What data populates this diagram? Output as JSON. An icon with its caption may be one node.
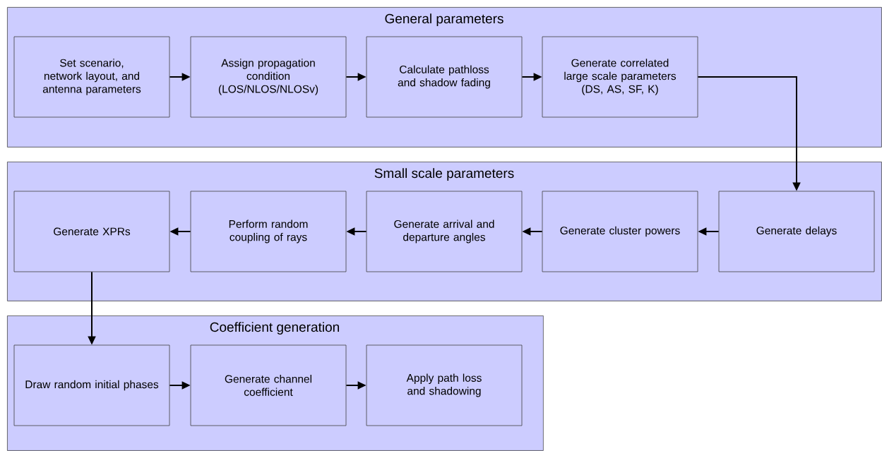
{
  "diagram": {
    "nodes": [
      {
        "text": [
          "General parameters"
        ]
      },
      {
        "text": [
          "Set scenario, network layout, and antenna parameters"
        ],
        "in": 0
      },
      {
        "text": [
          "Assign propagation condition (LOS/NLOS/NLOSv)"
        ],
        "in": 0
      },
      {
        "text": [
          "Calculate pathloss and shadow fading"
        ],
        "in": 0
      },
      {
        "text": [
          "Generate correlated large scale parameters (DS, AS, SF, K)"
        ],
        "in": 0
      },
      {
        "text": [
          "Small scale parameters"
        ]
      },
      {
        "text": [
          "Generate XPRs"
        ],
        "in": 5
      },
      {
        "text": [
          "Perform random coupling of rays"
        ],
        "in": 5
      },
      {
        "text": [
          "Generate arrival and departure angles"
        ],
        "in": 5
      },
      {
        "text": [
          "Generate cluster powers"
        ],
        "in": 5
      },
      {
        "text": [
          "Generate delays"
        ],
        "in": 5
      },
      {
        "text": [
          "Coefficient generation"
        ]
      },
      {
        "text": [
          "Draw random initial phases"
        ],
        "in": 11
      },
      {
        "text": [
          "Generate channel coefficient"
        ],
        "in": 11
      },
      {
        "text": [
          "Apply path loss and shadowing"
        ],
        "in": 11
      }
    ],
    "edges": [
      {
        "from": 1,
        "to": 2,
        "arrow": "to"
      },
      {
        "from": 2,
        "to": 3,
        "arrow": "to"
      },
      {
        "from": 3,
        "to": 4,
        "arrow": "to"
      },
      {
        "from": 4,
        "to": 10,
        "arrow": "to"
      },
      {
        "from": 10,
        "to": 9,
        "arrow": "to"
      },
      {
        "from": 9,
        "to": 8,
        "arrow": "to"
      },
      {
        "from": 8,
        "to": 7,
        "arrow": "to"
      },
      {
        "from": 7,
        "to": 6,
        "arrow": "to"
      },
      {
        "from": 6,
        "to": 12,
        "arrow": "to"
      },
      {
        "from": 12,
        "to": 13,
        "arrow": "to"
      },
      {
        "from": 13,
        "to": 14,
        "arrow": "to"
      }
    ]
  }
}
